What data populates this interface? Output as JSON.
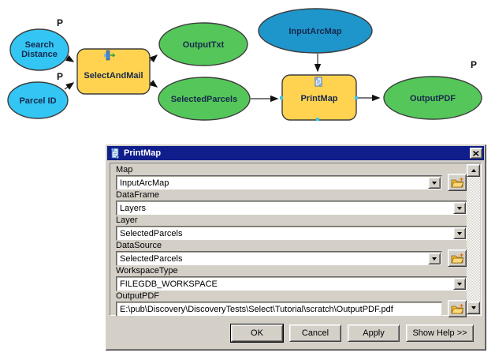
{
  "diagram": {
    "param_label": "P",
    "nodes": {
      "search_distance": {
        "line1": "Search",
        "line2": "Distance"
      },
      "parcel_id": {
        "label": "Parcel ID"
      },
      "select_and_mail": {
        "label": "SelectAndMail"
      },
      "output_txt": {
        "label": "OutputTxt"
      },
      "selected_parcels": {
        "label": "SelectedParcels"
      },
      "input_arcmap": {
        "label": "InputArcMap"
      },
      "print_map": {
        "label": "PrintMap"
      },
      "output_pdf": {
        "label": "OutputPDF"
      }
    },
    "colors": {
      "input_variable": "#33C6F4",
      "map_variable": "#1E95CB",
      "derived_output": "#55C75A",
      "tool": "#FFD24F",
      "outline": "#3d3d3d",
      "connector": "#4d4d4d",
      "handle": "#39c8f0"
    }
  },
  "dialog": {
    "title": "PrintMap",
    "fields": [
      {
        "label": "Map",
        "value": "InputArcMap"
      },
      {
        "label": "DataFrame",
        "value": "Layers"
      },
      {
        "label": "Layer",
        "value": "SelectedParcels"
      },
      {
        "label": "DataSource",
        "value": "SelectedParcels"
      },
      {
        "label": "WorkspaceType",
        "value": "FILEGDB_WORKSPACE"
      },
      {
        "label": "OutputPDF",
        "value": "E:\\pub\\Discovery\\DiscoveryTests\\Select\\Tutorial\\scratch\\OutputPDF.pdf"
      }
    ],
    "buttons": {
      "ok": "OK",
      "cancel": "Cancel",
      "apply": "Apply",
      "help": "Show Help >>"
    }
  }
}
